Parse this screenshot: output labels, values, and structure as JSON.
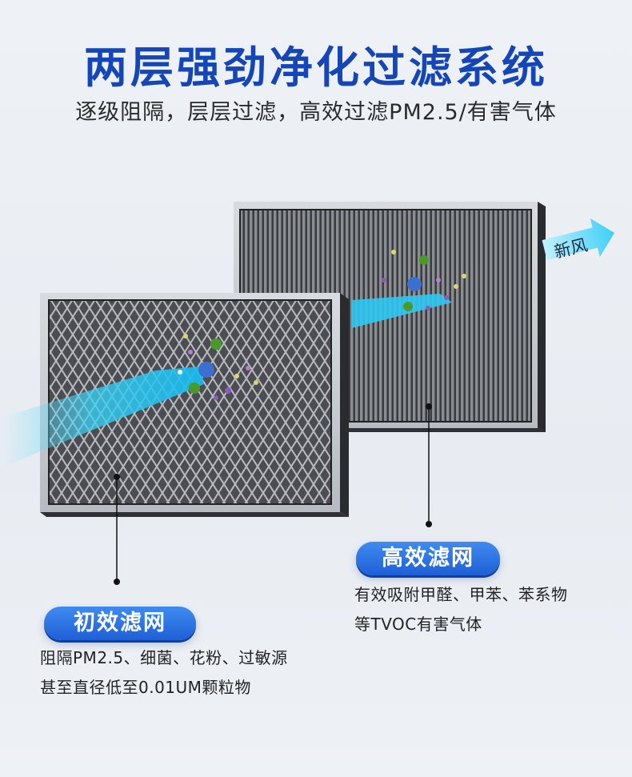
{
  "header": {
    "title": "两层强劲净化过滤系统",
    "subtitle": "逐级阻隔，层层过滤，高效过滤PM2.5/有害气体"
  },
  "illustration": {
    "airflow_label": "新风"
  },
  "filters": {
    "primary": {
      "name": "初效滤网",
      "lines": [
        "阻隔PM2.5、细菌、花粉、过敏源",
        "甚至直径低至0.01UM颗粒物"
      ]
    },
    "hepa": {
      "name": "高效滤网",
      "lines": [
        "有效吸附甲醛、甲苯、苯系物",
        "等TVOC有害气体"
      ]
    }
  },
  "colors": {
    "title": "#1546b8",
    "pill": "#2a6fe0",
    "airflow": "#2fd0f5",
    "frame": "#c9ccd1"
  }
}
